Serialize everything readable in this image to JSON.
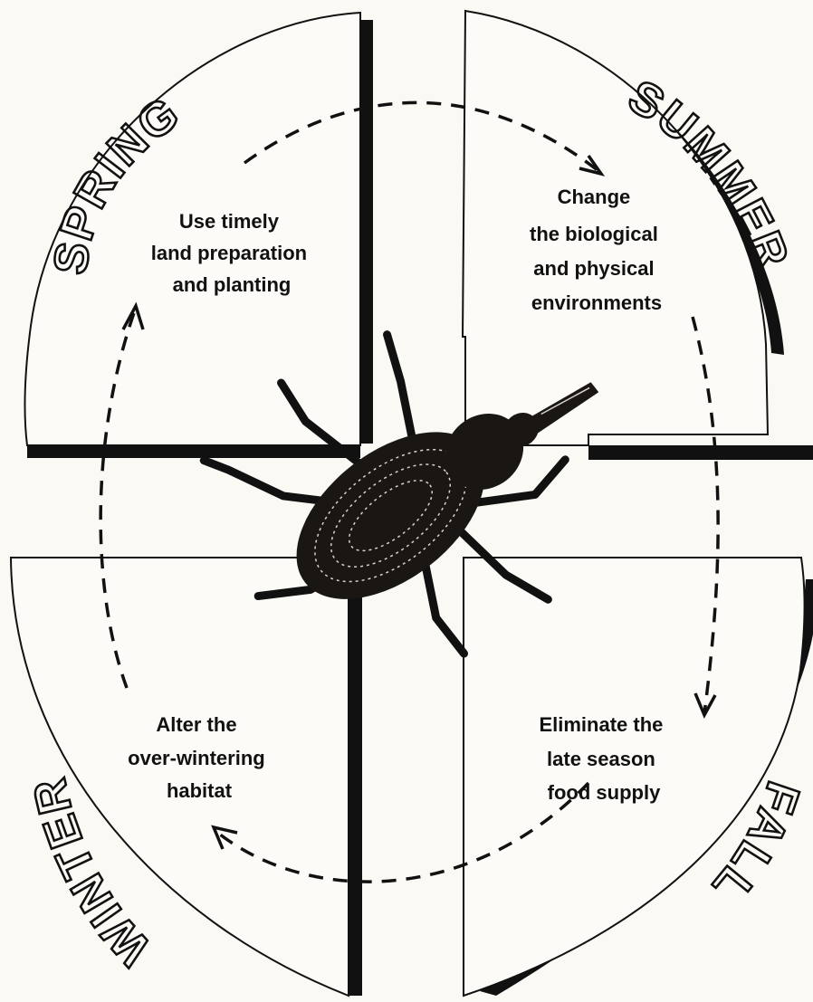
{
  "diagram": {
    "quadrants": [
      {
        "season": "SPRING",
        "lines": [
          "Use timely",
          "land preparation",
          "and planting"
        ]
      },
      {
        "season": "SUMMER",
        "lines": [
          "Change",
          "the biological",
          "and physical",
          "environments"
        ]
      },
      {
        "season": "FALL",
        "lines": [
          "Eliminate the",
          "late season",
          "food supply"
        ]
      },
      {
        "season": "WINTER",
        "lines": [
          "Alter the",
          "over-wintering",
          "habitat"
        ]
      }
    ],
    "center_icon": "weevil-beetle-icon",
    "cycle_direction": "clockwise",
    "colors": {
      "ink": "#111111",
      "paper": "#fbf9f4"
    }
  }
}
